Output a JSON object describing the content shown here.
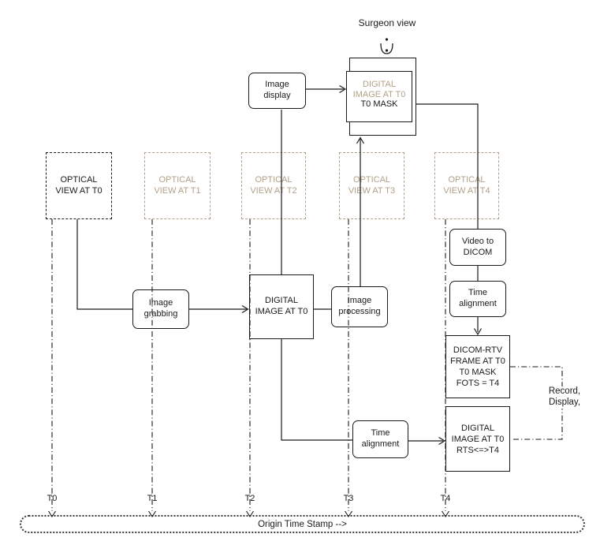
{
  "header": {
    "surgeon_view": "Surgeon view"
  },
  "icons": {
    "surgeon": "eye-icon"
  },
  "colors": {
    "ink": "#1a1a1a",
    "tan": "#b2a186"
  },
  "mask_stack": {
    "digital_line1": "DIGITAL",
    "digital_line2": "IMAGE AT T0",
    "mask_line": "T0 MASK"
  },
  "process_boxes": {
    "image_display": "Image display",
    "image_grabbing": "Image grabbing",
    "image_processing": "Image processing",
    "video_to_dicom": "Video to DICOM",
    "time_alignment_top": "Time alignment",
    "time_alignment_bottom": "Time alignment"
  },
  "data_boxes": {
    "digital_image_t0": "DIGITAL IMAGE AT T0",
    "dicom_rtv_frame": [
      "DICOM-RTV",
      "FRAME AT T0",
      "T0 MASK",
      "FOTS = T4"
    ],
    "digital_image_rts": [
      "DIGITAL",
      "IMAGE AT T0",
      "RTS<=>T4"
    ]
  },
  "optical_views": [
    {
      "label": "OPTICAL VIEW AT T0",
      "tone": "ink"
    },
    {
      "label": "OPTICAL VIEW AT T1",
      "tone": "tan"
    },
    {
      "label": "OPTICAL VIEW AT T2",
      "tone": "tan"
    },
    {
      "label": "OPTICAL VIEW AT T3",
      "tone": "tan"
    },
    {
      "label": "OPTICAL VIEW AT T4",
      "tone": "tan"
    }
  ],
  "annotations": {
    "record_display_line1": "Record,",
    "record_display_line2": "Display,"
  },
  "timeline": {
    "ticks": [
      "T0",
      "T1",
      "T2",
      "T3",
      "T4"
    ],
    "band_label": "Origin Time Stamp --&gt;"
  }
}
